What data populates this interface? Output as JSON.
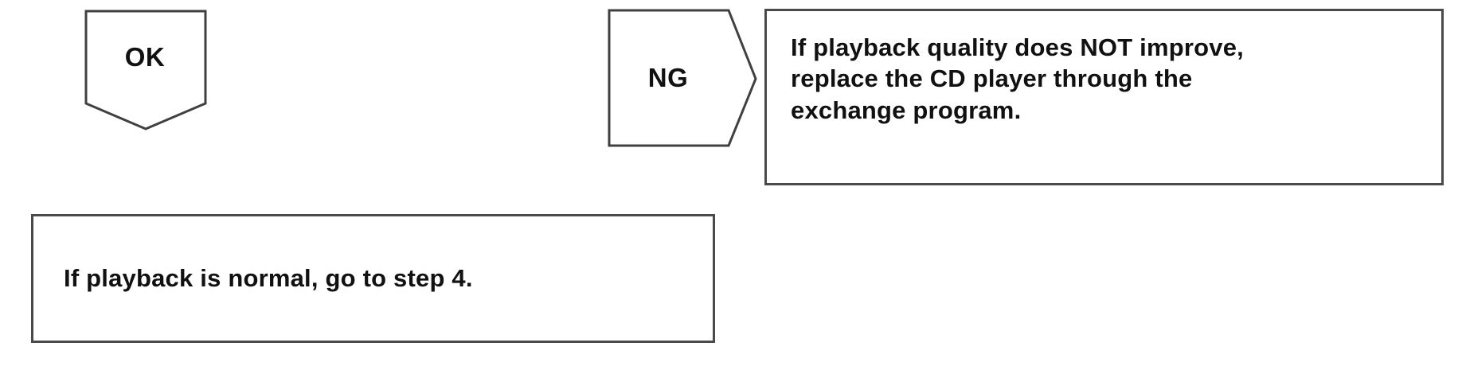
{
  "diagram": {
    "kind": "service-manual-decision-branch",
    "background_color": "#ffffff",
    "outline_color": "#4a4a4a",
    "text_color": "#111111",
    "branches": {
      "ok": {
        "tab_label": "OK",
        "tab_shape": "pentagon-point-down",
        "result_text": "If playback is normal, go to step 4."
      },
      "ng": {
        "tab_label": "NG",
        "tab_shape": "pentagon-point-right",
        "result_text": "If playback quality does NOT improve,\nreplace the CD player through the\nexchange program."
      }
    }
  }
}
